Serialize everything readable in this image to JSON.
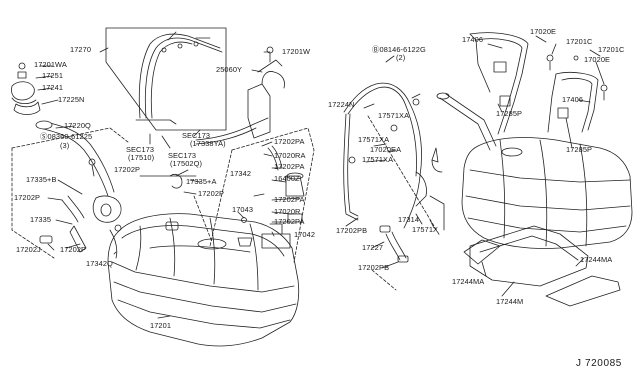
{
  "diagram_ref": "J 720085",
  "labels": {
    "p17201WA": "17201WA",
    "p17251": "17251",
    "p17241": "17241",
    "p17225N": "17225N",
    "p17220Q": "17220Q",
    "bolt_a": "08360-61225",
    "bolt_a_qty": "(3)",
    "p17335B": "17335+B",
    "p17202P_a": "17202P",
    "p17335": "17335",
    "p17202J": "17202J",
    "p17202P_b": "17202P",
    "p17342Q": "17342Q",
    "p17270": "17270",
    "p17201W": "17201W",
    "p25060Y": "25060Y",
    "sec_a": "SEC173",
    "sec_a_ref": "(17338YA)",
    "sec_b": "SEC173",
    "sec_b_ref": "(17510)",
    "sec_c": "SEC173",
    "sec_c_ref": "(17502Q)",
    "p17202P_c": "17202P",
    "p17335A": "17335+A",
    "p17202P_d": "17202P",
    "p17202PA_a": "17202PA",
    "p17020RA": "17020RA",
    "p17202PA_b": "17202PA",
    "p16400Z": "16400Z",
    "p17342": "17342",
    "p17043": "17043",
    "p17202PA_c": "17202PA",
    "p17020R": "17020R",
    "p17202PA_d": "17202PA",
    "p17042": "17042",
    "p17201": "17201",
    "p17224N": "17224N",
    "bolt_b": "08146-6122G",
    "bolt_b_qty": "(2)",
    "p17571XA_a": "17571XA",
    "p17571XA_b": "17571XA",
    "p17020EA": "17020EA",
    "p17571XA_c": "17571XA",
    "p17314": "17314",
    "p17571X": "17571X",
    "p17202PB_a": "17202PB",
    "p17227": "17227",
    "p17202PB_b": "17202PB",
    "p17406_a": "17406",
    "p17020E_a": "17020E",
    "p17201C": "17201C",
    "p17201C_b": "17201C",
    "p17020E_b": "17020E",
    "p17406_b": "17406",
    "p17285P_a": "17285P",
    "p17285P_b": "17285P",
    "p17244MA_a": "17244MA",
    "p17244M": "17244M",
    "p17244MA_b": "17244MA"
  }
}
